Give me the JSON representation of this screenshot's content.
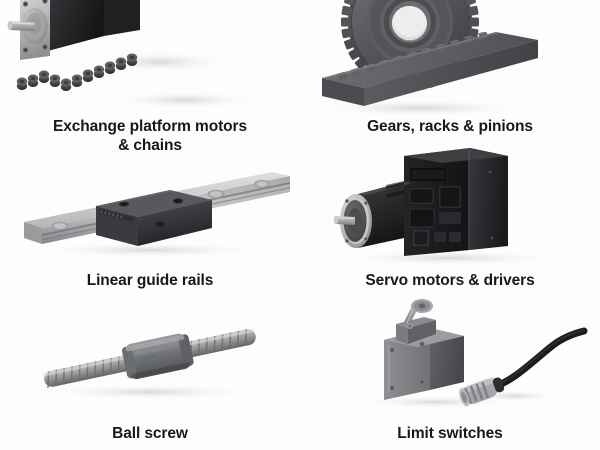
{
  "page": {
    "background_color": "#fdfdfd",
    "text_color": "#181818",
    "layout": "2 columns x 3 rows product grid"
  },
  "items": [
    {
      "id": "exchange-platform-motors-chains",
      "caption_line1": "Exchange platform motors",
      "caption_line2": "& chains",
      "image_alt": "stepper-motor-and-roller-chain",
      "colors": {
        "body": "#2b2b2e",
        "flange": "#b8b8ba",
        "chain": "#4a4a4c"
      }
    },
    {
      "id": "gears-racks-pinions",
      "caption_line1": "Gears, racks & pinions",
      "caption_line2": "",
      "image_alt": "spur-gear-with-linear-rack",
      "colors": {
        "body": "#55575a",
        "dark": "#3c3e41",
        "light": "#6e7073"
      }
    },
    {
      "id": "linear-guide-rails",
      "caption_line1": "Linear guide rails",
      "caption_line2": "",
      "image_alt": "linear-rail-with-carriage-block",
      "colors": {
        "rail": "#b5b6b8",
        "block": "#3a3a3c"
      }
    },
    {
      "id": "servo-motors-drivers",
      "caption_line1": "Servo motors & drivers",
      "caption_line2": "",
      "image_alt": "servo-motor-and-servo-driver",
      "colors": {
        "body": "#1c1c1f",
        "flange": "#c2c3c5"
      }
    },
    {
      "id": "ball-screw",
      "caption_line1": "Ball screw",
      "caption_line2": "",
      "image_alt": "ball-screw-shaft-with-ball-nut",
      "colors": {
        "shaft": "#9a9b9d",
        "nut": "#6f7174"
      }
    },
    {
      "id": "limit-switches",
      "caption_line1": "Limit switches",
      "caption_line2": "",
      "image_alt": "roller-lever-limit-switch-with-connector",
      "colors": {
        "body": "#7b7d80",
        "lever": "#9b9d9f",
        "cable": "#1a1a1c"
      }
    }
  ]
}
